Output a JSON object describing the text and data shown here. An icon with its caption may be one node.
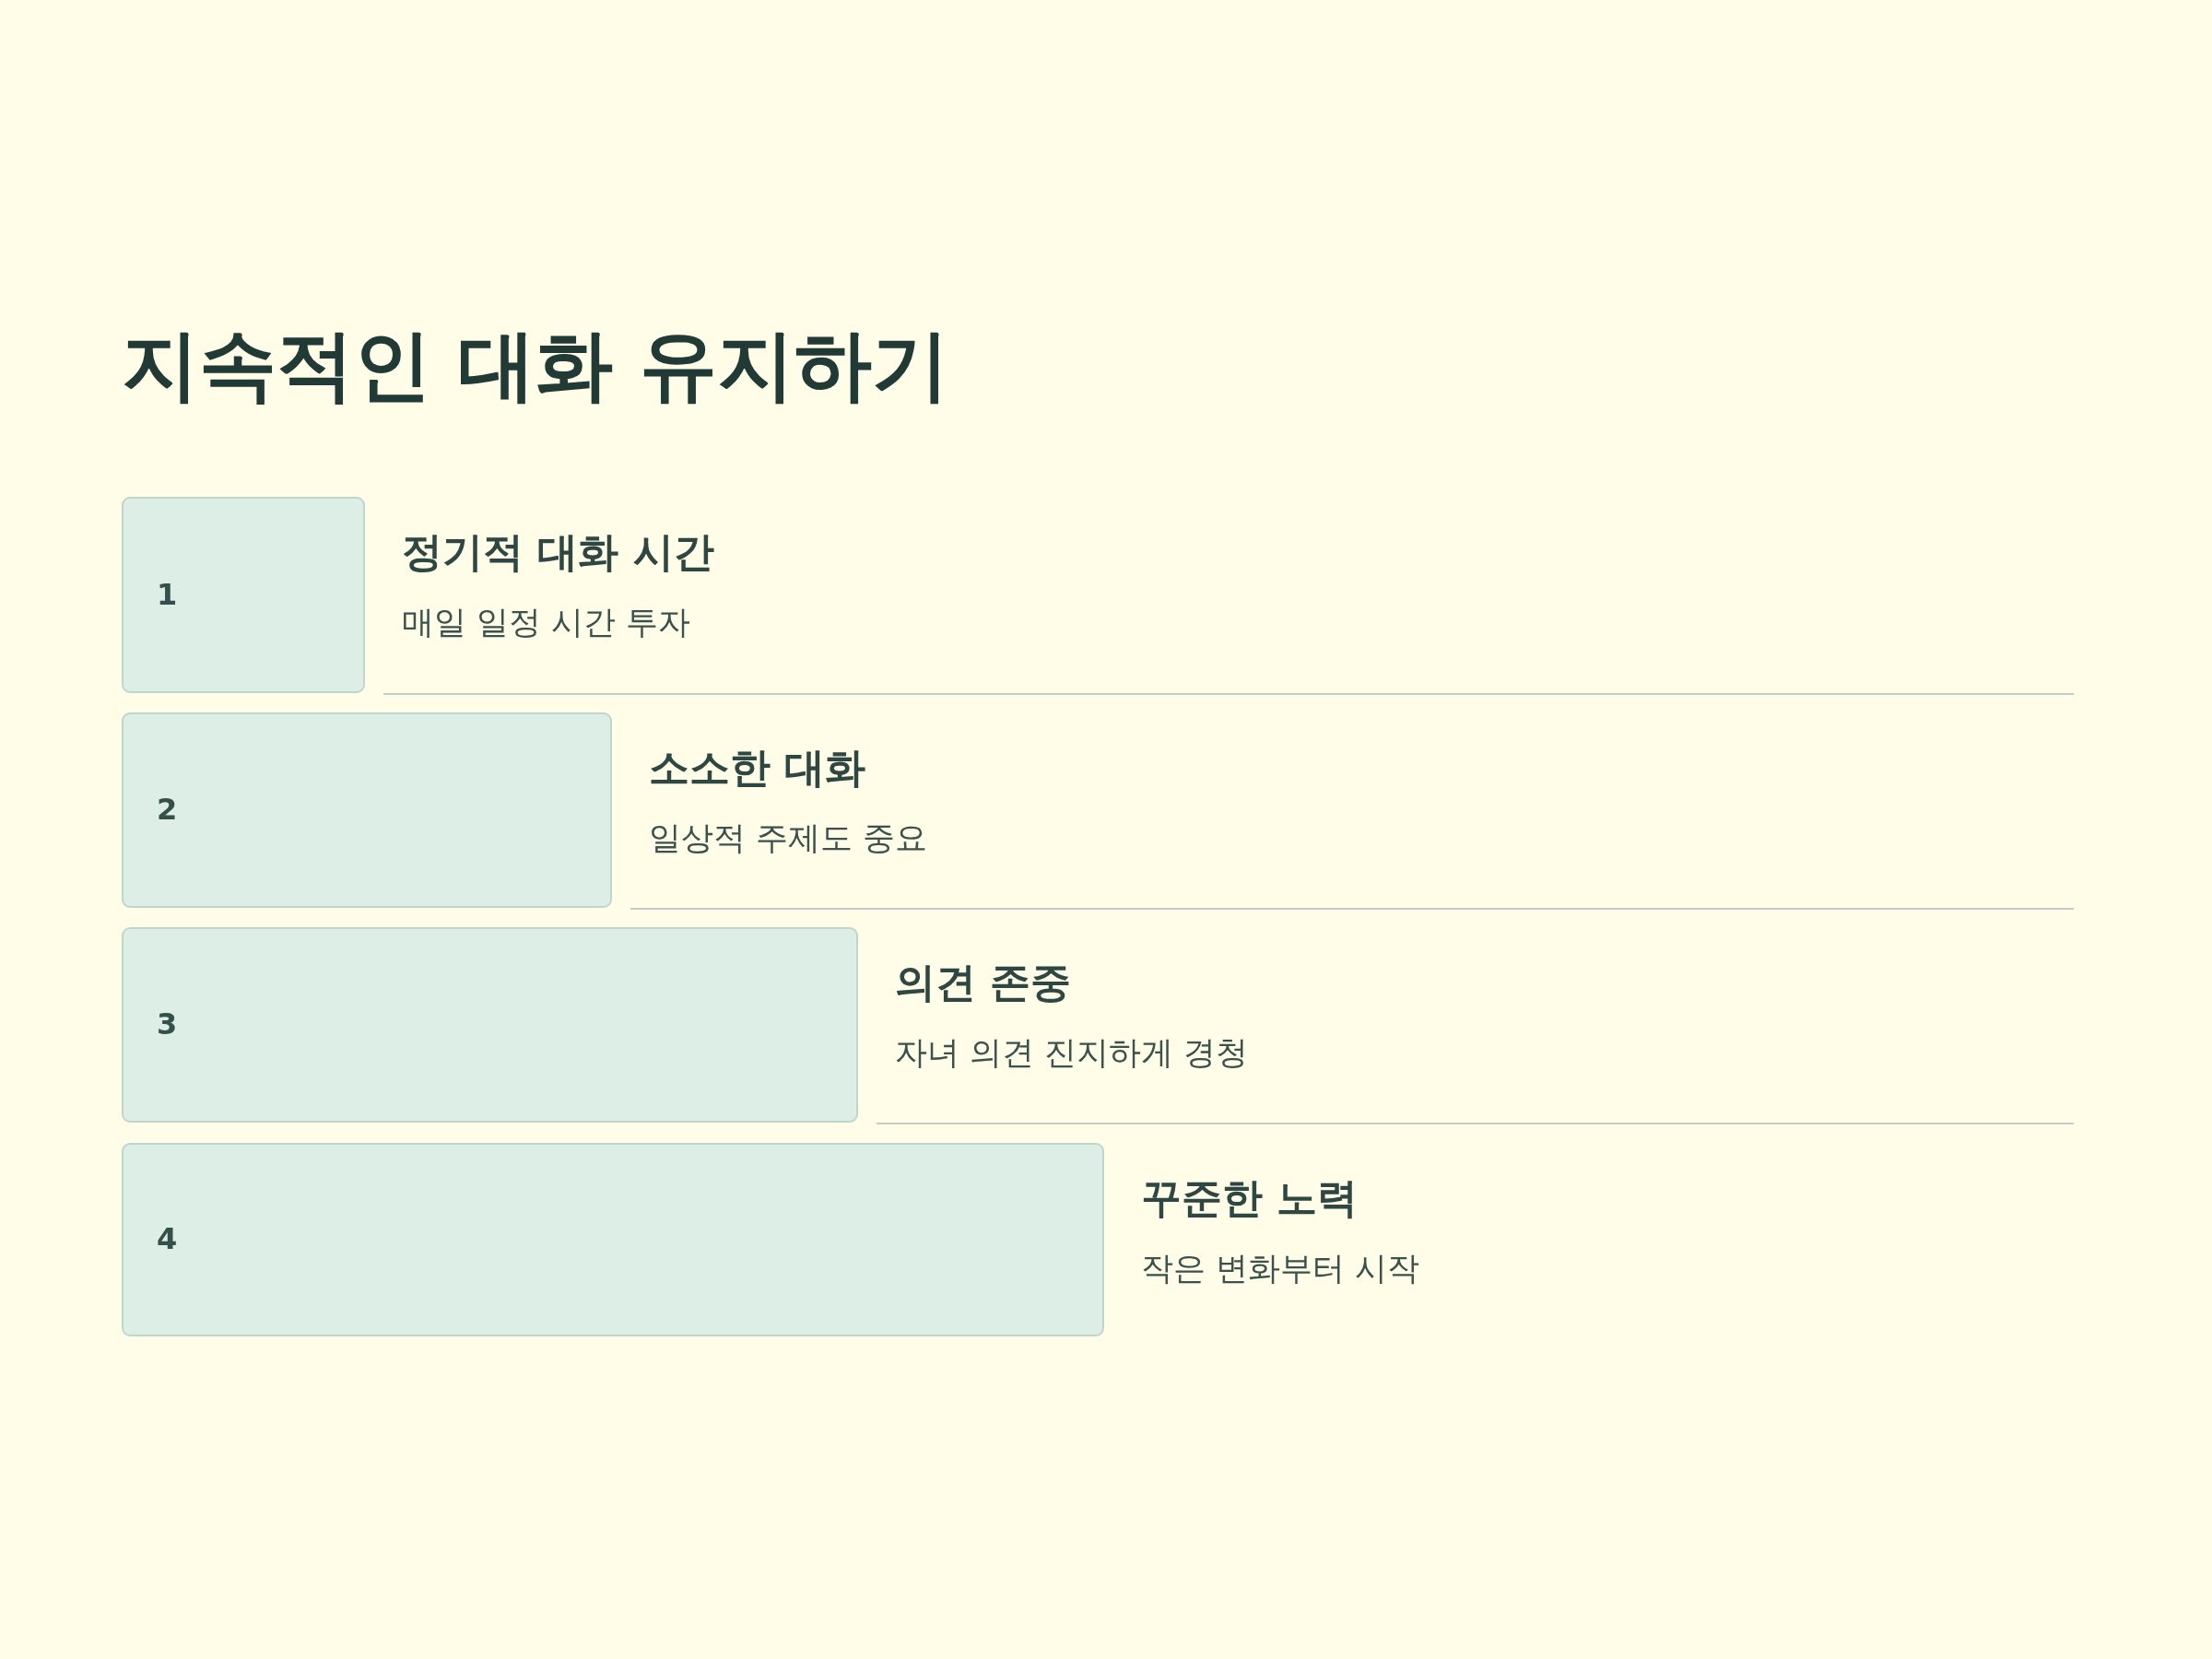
{
  "diagram": {
    "title": "지속적인 대화 유지하기",
    "nodes": [
      {
        "text": [
          "1"
        ],
        "beside": [
          "정기적 대화 시간",
          "매일 일정 시간 투자"
        ]
      },
      {
        "text": [
          "2"
        ],
        "beside": [
          "소소한 대화",
          "일상적 주제도 중요"
        ]
      },
      {
        "text": [
          "3"
        ],
        "beside": [
          "의견 존중",
          "자녀 의견 진지하게 경청"
        ]
      },
      {
        "text": [
          "4"
        ],
        "beside": [
          "꾸준한 노력",
          "작은 변화부터 시작"
        ]
      }
    ]
  }
}
